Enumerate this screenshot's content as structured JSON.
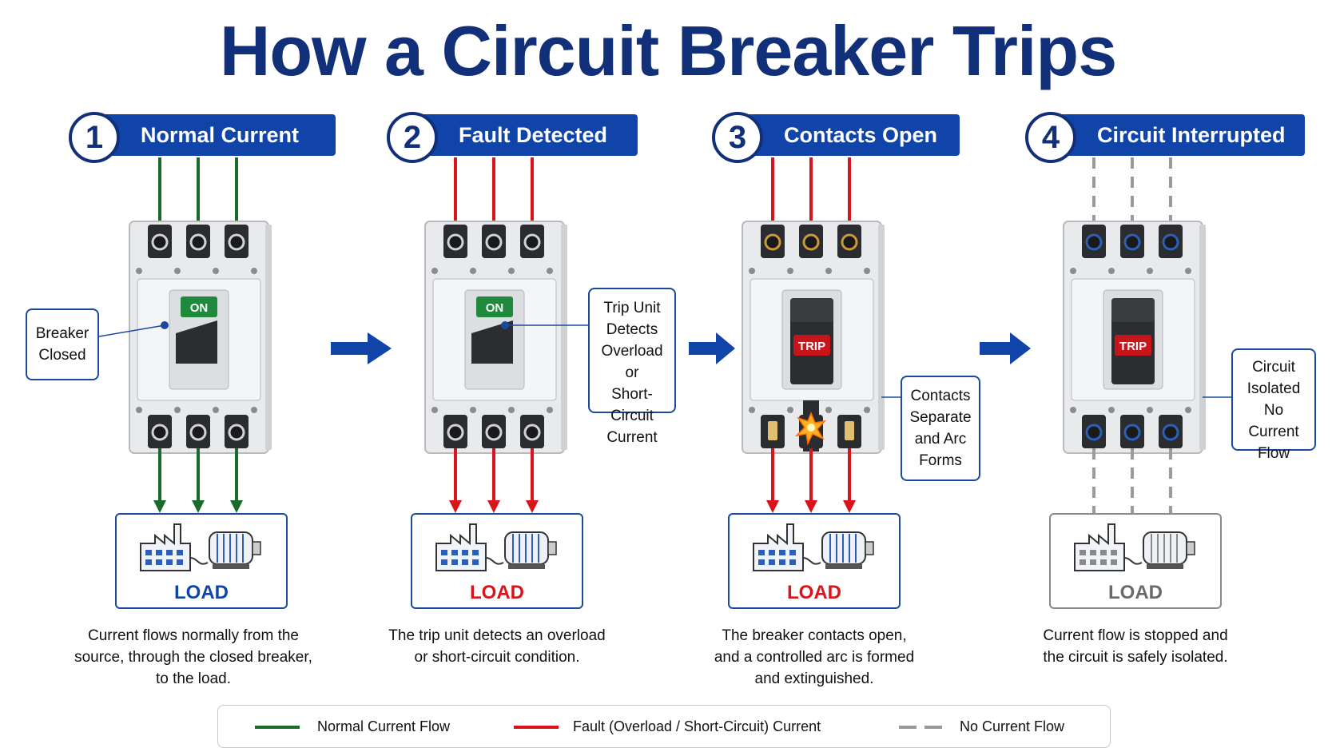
{
  "title": "How a Circuit Breaker Trips",
  "steps": [
    {
      "number": "1",
      "label": "Normal Current",
      "switch_label": "ON",
      "callout": [
        "Breaker",
        "Closed"
      ],
      "load_label": "LOAD",
      "description": [
        "Current flows normally from the",
        "source, through the closed breaker,",
        "to the load."
      ],
      "flow": "normal"
    },
    {
      "number": "2",
      "label": "Fault Detected",
      "switch_label": "ON",
      "callout": [
        "Trip Unit",
        "Detects",
        "Overload or",
        "Short-Circuit",
        "Current"
      ],
      "load_label": "LOAD",
      "description": [
        "The trip unit detects an overload",
        "or short-circuit condition."
      ],
      "flow": "fault"
    },
    {
      "number": "3",
      "label": "Contacts Open",
      "switch_label": "TRIP",
      "callout": [
        "Contacts",
        "Separate",
        "and Arc",
        "Forms"
      ],
      "load_label": "LOAD",
      "description": [
        "The breaker contacts open,",
        "and a controlled arc is formed",
        "and extinguished."
      ],
      "flow": "fault"
    },
    {
      "number": "4",
      "label": "Circuit Interrupted",
      "switch_label": "TRIP",
      "callout": [
        "Circuit",
        "Isolated",
        "No Current",
        "Flow"
      ],
      "load_label": "LOAD",
      "description": [
        "Current flow is stopped and",
        "the circuit is safely isolated."
      ],
      "flow": "none"
    }
  ],
  "legend": [
    {
      "label": "Normal Current Flow",
      "color": "#1a6b2a",
      "style": "solid"
    },
    {
      "label": "Fault (Overload / Short-Circuit) Current",
      "color": "#d9141b",
      "style": "solid"
    },
    {
      "label": "No Current Flow",
      "color": "#9a9a9a",
      "style": "dashed"
    }
  ],
  "colors": {
    "brand_blue": "#1044a8",
    "title_blue": "#12307a",
    "normal": "#1a6b2a",
    "fault": "#d9141b",
    "none": "#9a9a9a",
    "on_green": "#1f8a3b",
    "trip_red": "#c8141b"
  },
  "icons": [
    "factory-icon",
    "motor-icon",
    "arrow-right-icon",
    "arc-spark-icon"
  ]
}
